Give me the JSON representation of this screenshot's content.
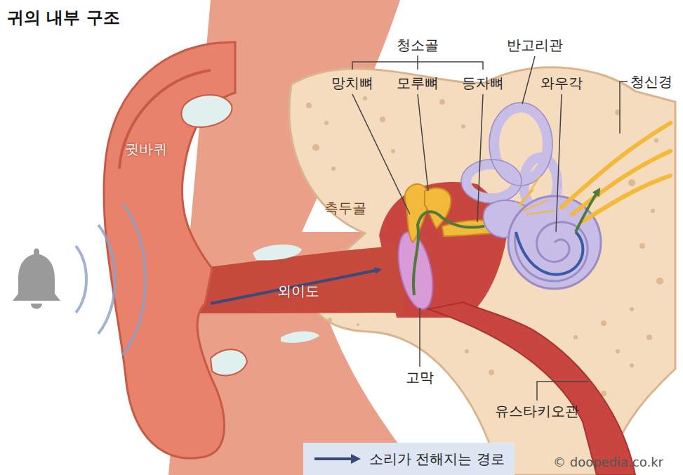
{
  "diagram": {
    "title": "귀의 내부 구조",
    "labels": [
      "청소골",
      "망치뼈",
      "모루뼈",
      "등자뼈",
      "반고리관",
      "와우각",
      "청신경",
      "귓바퀴",
      "측두골",
      "외이도",
      "고막",
      "유스타키오관",
      "© doopedia.co.kr"
    ],
    "legend": [
      {
        "text": "소리가 전해지는 경로"
      }
    ]
  }
}
